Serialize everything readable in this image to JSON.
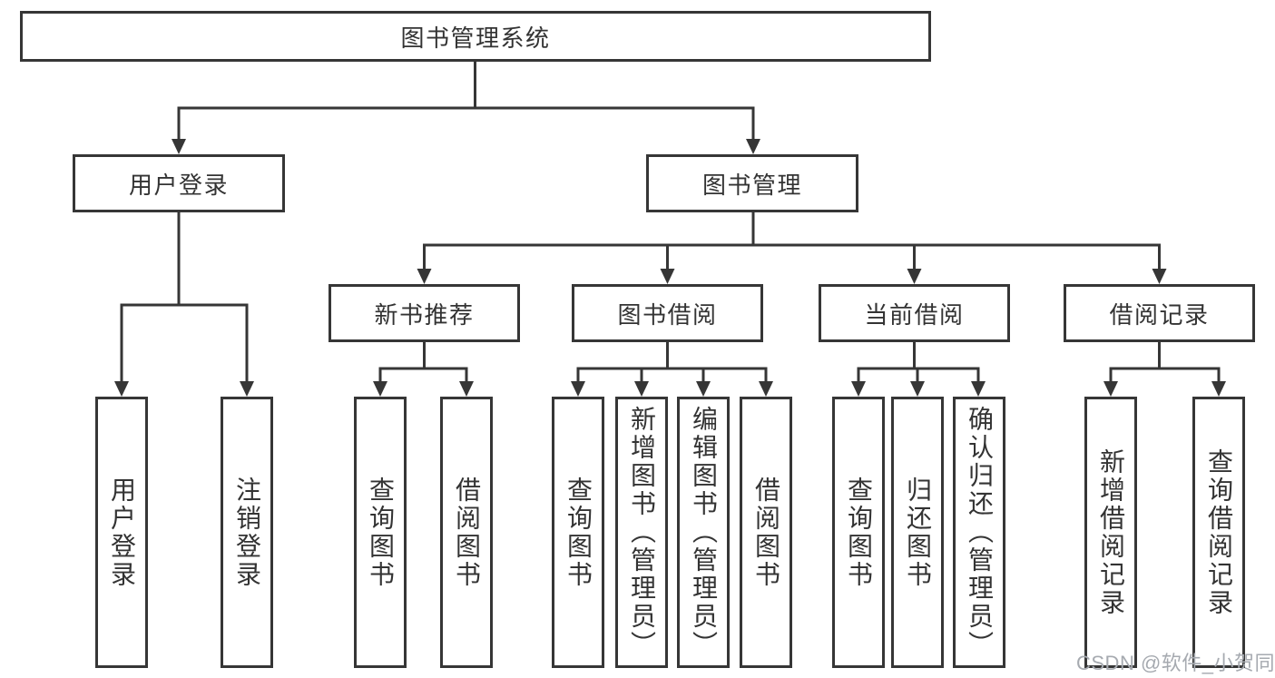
{
  "diagram": {
    "root": "图书管理系统",
    "level2": [
      "用户登录",
      "图书管理"
    ],
    "level3": [
      "新书推荐",
      "图书借阅",
      "当前借阅",
      "借阅记录"
    ],
    "leaves": {
      "login": [
        "用户登录",
        "注销登录"
      ],
      "recommend": [
        "查询图书",
        "借阅图书"
      ],
      "borrow": [
        "查询图书",
        "新增图书（管理员）",
        "编辑图书（管理员）",
        "借阅图书"
      ],
      "current": [
        "查询图书",
        "归还图书",
        "确认归还（管理员）"
      ],
      "records": [
        "新增借阅记录",
        "查询借阅记录"
      ]
    }
  },
  "watermark": "CSDN @软件_小贺同学",
  "colors": {
    "line": "#363636",
    "box_border": "#363636",
    "box_background": "#ffffff",
    "text": "#333333",
    "watermark": "#a6aab0"
  }
}
